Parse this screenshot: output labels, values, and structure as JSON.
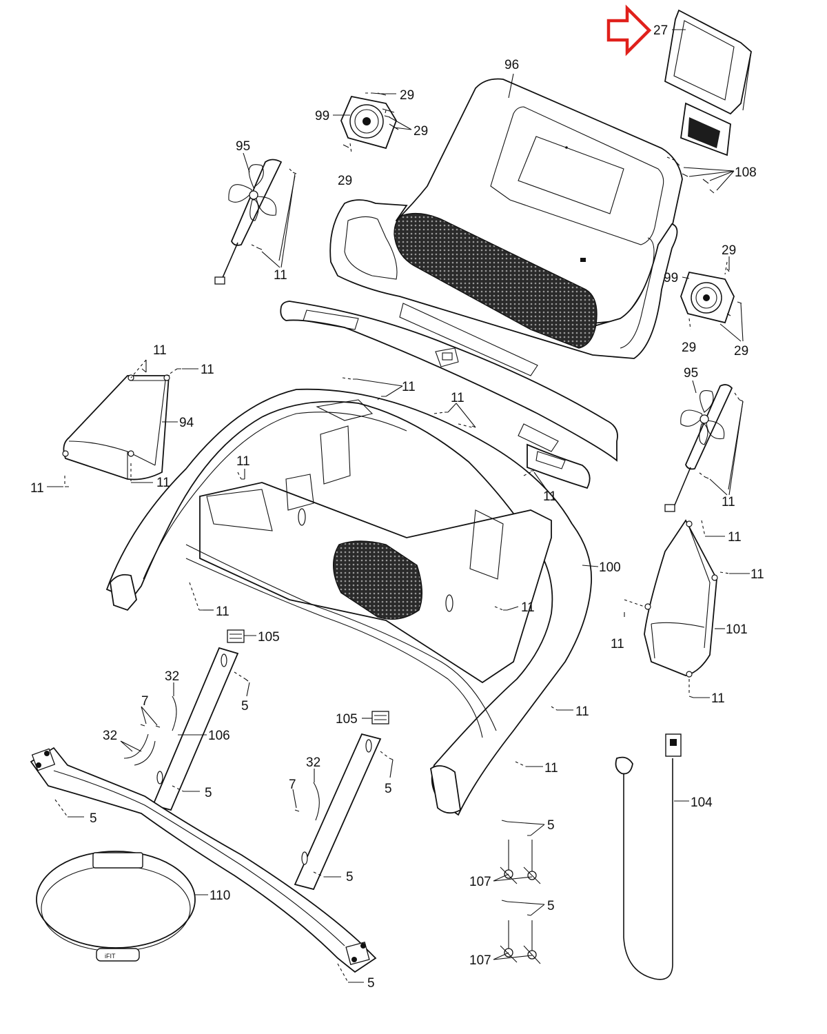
{
  "callouts": {
    "p27": "27",
    "p96": "96",
    "p99a": "99",
    "p29a": "29",
    "p29b": "29",
    "p29c": "29",
    "p95a": "95",
    "p11a": "11",
    "p108": "108",
    "p99b": "99",
    "p29d": "29",
    "p29e": "29",
    "p29f": "29",
    "p11b": "11",
    "p11c": "11",
    "p94": "94",
    "p11d": "11",
    "p11e": "11",
    "p11f": "11",
    "p11g": "11",
    "p11h": "11",
    "p11i": "11",
    "p95b": "95",
    "p11j": "11",
    "p11k": "11",
    "p11l": "11",
    "p100": "100",
    "p11m": "11",
    "p11n": "11",
    "p101": "101",
    "p11o": "11",
    "p11p": "11",
    "p105a": "105",
    "p32a": "32",
    "p5a": "5",
    "p7a": "7",
    "p106": "106",
    "p32b": "32",
    "p5b": "5",
    "p5c": "5",
    "p11q": "11",
    "p11r": "11",
    "p105b": "105",
    "p32c": "32",
    "p5d": "5",
    "p7b": "7",
    "p5e": "5",
    "p104": "104",
    "p5f": "5",
    "p107a": "107",
    "p5g": "5",
    "p107b": "107",
    "p110": "110",
    "p5h": "5",
    "strap_logo": "iFIT"
  },
  "highlight": {
    "color": "#e0201b",
    "target": "27"
  }
}
